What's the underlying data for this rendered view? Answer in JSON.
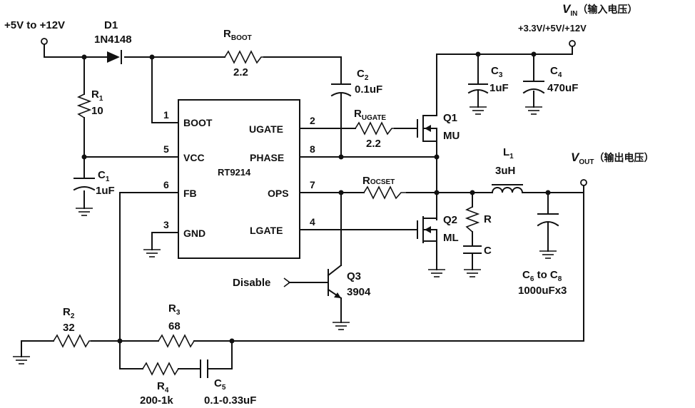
{
  "input_supply": "+5V to +12V",
  "vin": {
    "label": "V",
    "sub": "IN",
    "note": "（输入电压）",
    "value": "+3.3V/+5V/+12V"
  },
  "vout": {
    "label": "V",
    "sub": "OUT",
    "note": "（输出电压）"
  },
  "ic": {
    "name": "RT9214",
    "pins_left": [
      {
        "num": "1",
        "name": "BOOT"
      },
      {
        "num": "5",
        "name": "VCC"
      },
      {
        "num": "6",
        "name": "FB"
      },
      {
        "num": "3",
        "name": "GND"
      }
    ],
    "pins_right": [
      {
        "num": "2",
        "name": "UGATE"
      },
      {
        "num": "8",
        "name": "PHASE"
      },
      {
        "num": "7",
        "name": "OPS"
      },
      {
        "num": "4",
        "name": "LGATE"
      }
    ]
  },
  "d1": {
    "ref": "D1",
    "part": "1N4148"
  },
  "rboot": {
    "ref": "R",
    "sub": "BOOT",
    "value": "2.2"
  },
  "r1": {
    "ref": "R",
    "sub": "1",
    "value": "10"
  },
  "c1": {
    "ref": "C",
    "sub": "1",
    "value": "1uF"
  },
  "c2": {
    "ref": "C",
    "sub": "2",
    "value": "0.1uF"
  },
  "c3": {
    "ref": "C",
    "sub": "3",
    "value": "1uF"
  },
  "c4": {
    "ref": "C",
    "sub": "4",
    "value": "470uF"
  },
  "rugate": {
    "ref": "R",
    "sub": "UGATE",
    "value": "2.2"
  },
  "rocset": {
    "ref": "R",
    "sub": "OCSET"
  },
  "q1": {
    "ref": "Q1",
    "part": "MU"
  },
  "q2": {
    "ref": "Q2",
    "part": "ML"
  },
  "q3": {
    "ref": "Q3",
    "part": "3904"
  },
  "l1": {
    "ref": "L",
    "sub": "1",
    "value": "3uH"
  },
  "snubber": {
    "r": "R",
    "c": "C"
  },
  "c6c8": {
    "ref_a": "C",
    "sub_a": "6",
    "mid": " to C",
    "sub_b": "8",
    "value": "1000uFx3"
  },
  "disable": "Disable",
  "r2": {
    "ref": "R",
    "sub": "2",
    "value": "32"
  },
  "r3": {
    "ref": "R",
    "sub": "3",
    "value": "68"
  },
  "r4": {
    "ref": "R",
    "sub": "4",
    "value": "200-1k"
  },
  "c5": {
    "ref": "C",
    "sub": "5",
    "value": "0.1-0.33uF"
  }
}
